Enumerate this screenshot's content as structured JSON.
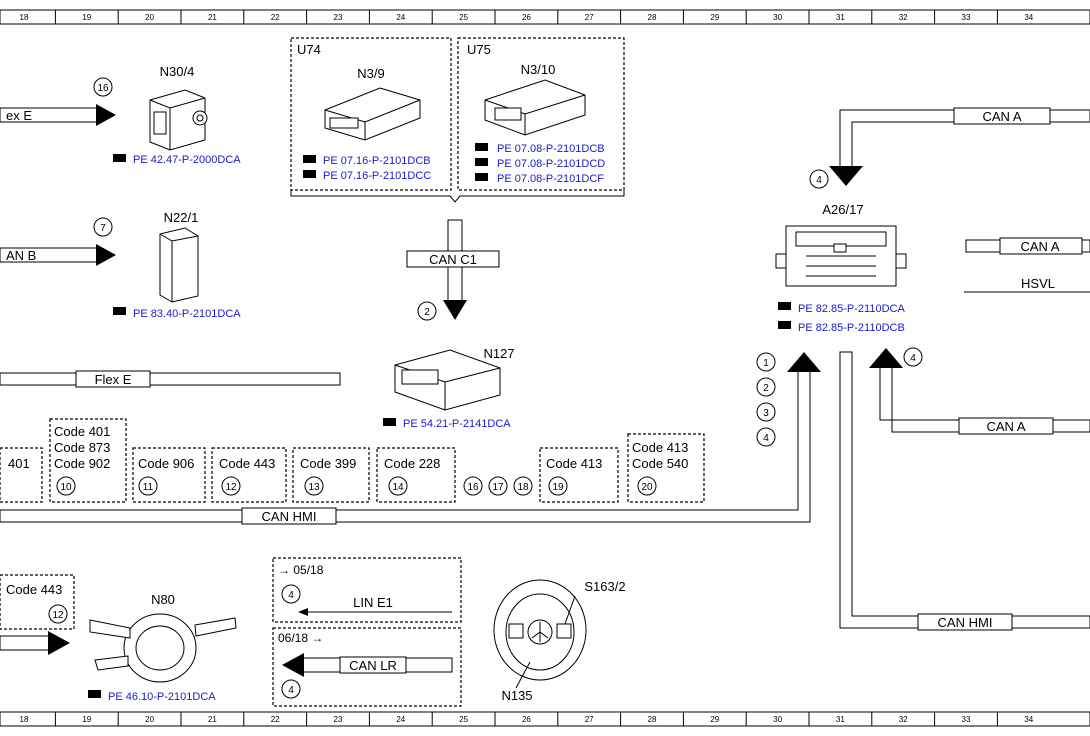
{
  "ruler": [
    "18",
    "19",
    "20",
    "21",
    "22",
    "23",
    "24",
    "25",
    "26",
    "27",
    "28",
    "29",
    "30",
    "31",
    "32",
    "33",
    "34"
  ],
  "components": {
    "n30_4": "N30/4",
    "u74": "U74",
    "n3_9": "N3/9",
    "u75": "U75",
    "n3_10": "N3/10",
    "n22_1": "N22/1",
    "n127": "N127",
    "a26_17": "A26/17",
    "n80": "N80",
    "s163_2": "S163/2",
    "n135": "N135"
  },
  "refs": {
    "n30_4": "PE 42.47-P-2000DCA",
    "n3_9_a": "PE 07.16-P-2101DCB",
    "n3_9_b": "PE 07.16-P-2101DCC",
    "n3_10_a": "PE 07.08-P-2101DCB",
    "n3_10_b": "PE 07.08-P-2101DCD",
    "n3_10_c": "PE 07.08-P-2101DCF",
    "n22_1": "PE 83.40-P-2101DCA",
    "n127": "PE 54.21-P-2141DCA",
    "a26_17_a": "PE 82.85-P-2110DCA",
    "a26_17_b": "PE 82.85-P-2110DCB",
    "n80": "PE 46.10-P-2101DCA"
  },
  "buses": {
    "flex_e_top": "ex E",
    "can_b": "AN B",
    "flex_e": "Flex E",
    "can_c1": "CAN C1",
    "can_hmi": "CAN HMI",
    "can_a_top": "CAN A",
    "can_a_mid": "CAN A",
    "can_a_low": "CAN A",
    "can_hmi_right": "CAN HMI",
    "hsvl": "HSVL",
    "lin_e1": "LIN E1",
    "can_lr": "CAN LR"
  },
  "dates": {
    "until": "05/18",
    "from": "06/18"
  },
  "codes": {
    "c_left": "401",
    "c10": [
      "Code 401",
      "Code 873",
      "Code 902"
    ],
    "c11": "Code 906",
    "c12": "Code 443",
    "c13": "Code 399",
    "c14": "Code 228",
    "c19": "Code 413",
    "c20": [
      "Code 413",
      "Code 540"
    ],
    "c_bottom_left": "Code 443"
  },
  "circles": {
    "n30_4": "16",
    "n22_1": "7",
    "n127": "2",
    "a26_top": "4",
    "a26_right": "4",
    "col_1": "1",
    "col_2": "2",
    "col_3": "3",
    "col_4": "4",
    "c10": "10",
    "c11": "11",
    "c12": "12",
    "c13": "13",
    "c14": "14",
    "c16": "16",
    "c17": "17",
    "c18": "18",
    "c19": "19",
    "c20": "20",
    "bl_12": "12",
    "lin_4": "4",
    "lr_4": "4"
  },
  "icons": {
    "book": "reference-book-icon",
    "arrow": "signal-arrow-icon"
  },
  "colors": {
    "link": "#1a1acc"
  }
}
